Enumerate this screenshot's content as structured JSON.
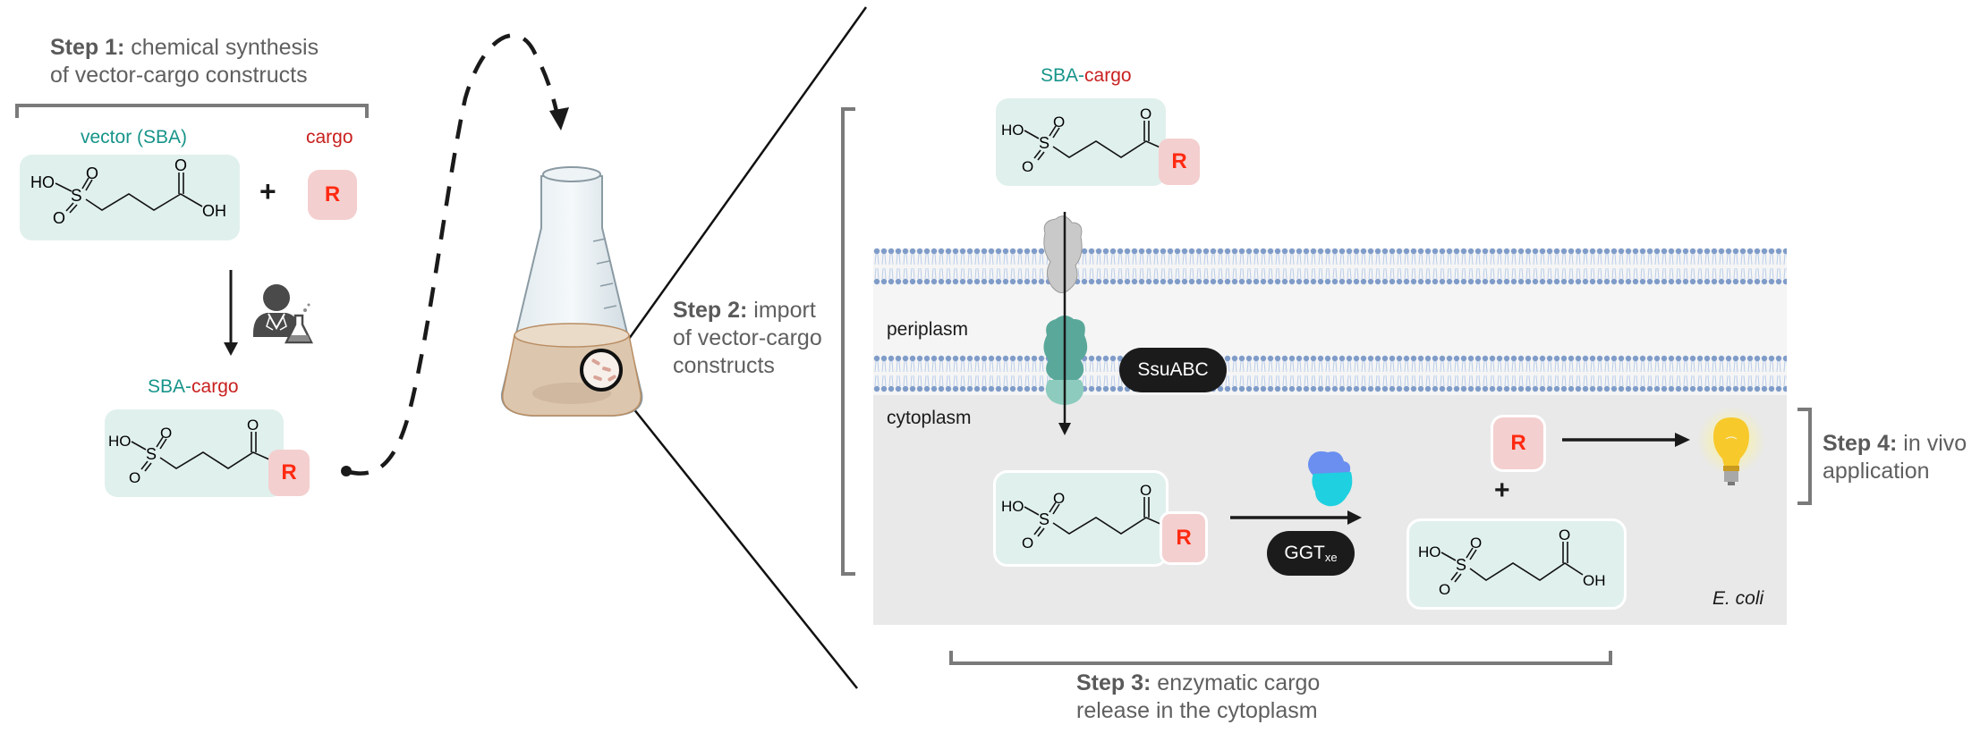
{
  "steps": {
    "step1": {
      "bold": "Step 1:",
      "line1": " chemical synthesis",
      "line2": "of vector-cargo constructs"
    },
    "step2": {
      "bold": "Step 2:",
      "line1": " import",
      "line2": "of vector-cargo",
      "line3": "constructs"
    },
    "step3": {
      "bold": "Step 3:",
      "line1": " enzymatic cargo",
      "line2": "release in the cytoplasm"
    },
    "step4": {
      "bold": "Step 4:",
      "line1": " in vivo",
      "line2": "application"
    }
  },
  "labels": {
    "vector": "vector (SBA)",
    "cargo": "cargo",
    "sba": "SBA",
    "dash": "-",
    "cargo_suffix": "cargo",
    "plus": "+",
    "periplasm": "periplasm",
    "cytoplasm": "cytoplasm",
    "organism": "E. coli"
  },
  "molecule": {
    "ho": "HO",
    "oh": "OH",
    "s": "S",
    "o": "O",
    "r": "R"
  },
  "enzymes": {
    "transporter": "SsuABC",
    "hydrolase_main": "GGT",
    "hydrolase_sub": "xe"
  },
  "icons": [
    "scientist-icon",
    "flask-icon",
    "lightbulb-icon",
    "transporter-protein-icon",
    "enzyme-protein-icon"
  ],
  "colors": {
    "vector_teal": "#17948a",
    "cargo_red": "#c8201f",
    "vector_box": "#e0f0ed",
    "cargo_box": "#f4cfcf",
    "r_letter": "#ff2a12",
    "membrane_heads": "#7f9cc9",
    "membrane_tails": "#b9cdea",
    "periplasm_bg": "#f5f5f5",
    "cytoplasm_bg": "#e9e9e9",
    "label_gray": "#5f5f5f"
  }
}
